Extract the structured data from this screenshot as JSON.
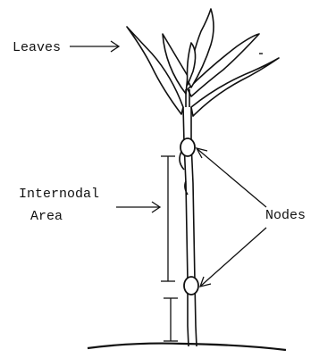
{
  "labels": {
    "leaves": "Leaves",
    "internodal_line1": "Internodal",
    "internodal_line2": "Area",
    "nodes": "Nodes"
  },
  "colors": {
    "ink": "#111111",
    "background": "#ffffff"
  }
}
